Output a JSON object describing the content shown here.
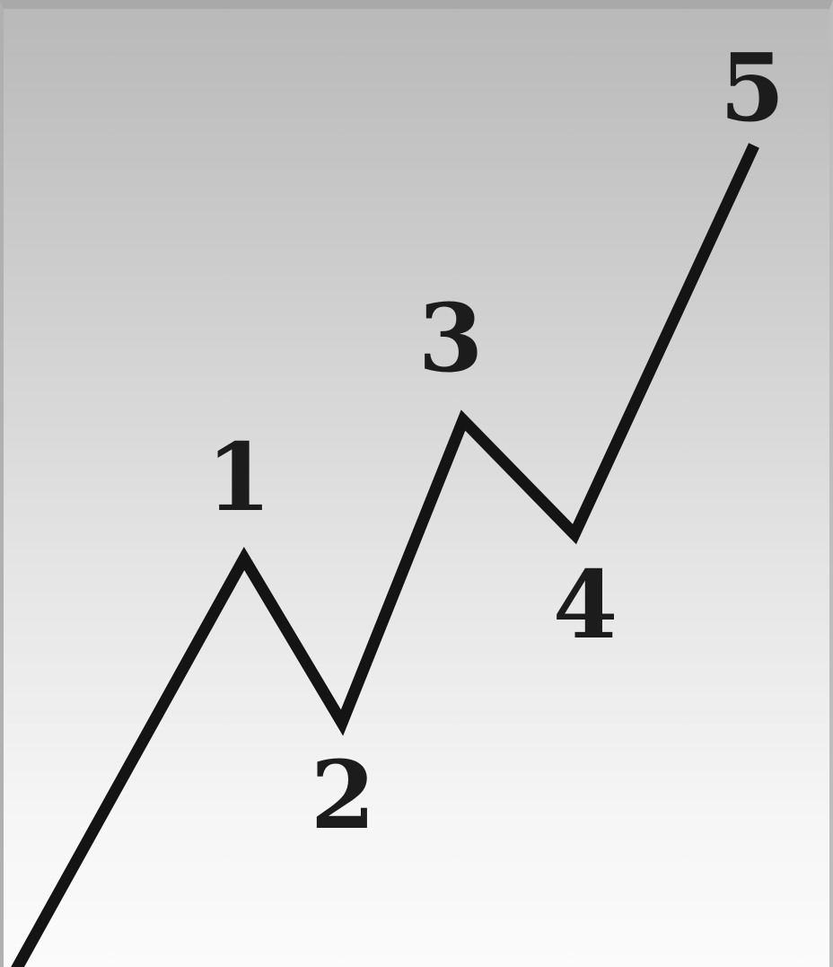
{
  "diagram": {
    "line_color": "#141414",
    "labels": [
      "1",
      "2",
      "3",
      "4",
      "5"
    ]
  }
}
